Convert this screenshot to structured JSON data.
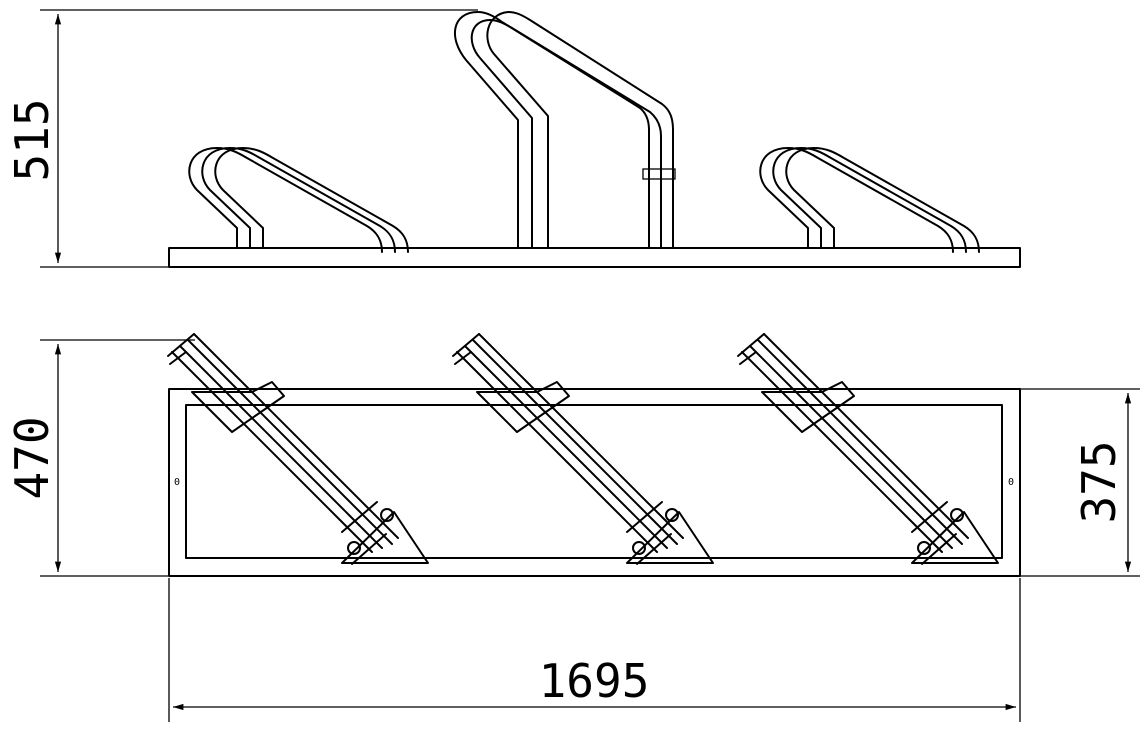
{
  "drawing": {
    "dimensions": {
      "height": "515",
      "depth": "470",
      "frame_depth": "375",
      "width": "1695"
    },
    "bracket_mark": "0"
  }
}
